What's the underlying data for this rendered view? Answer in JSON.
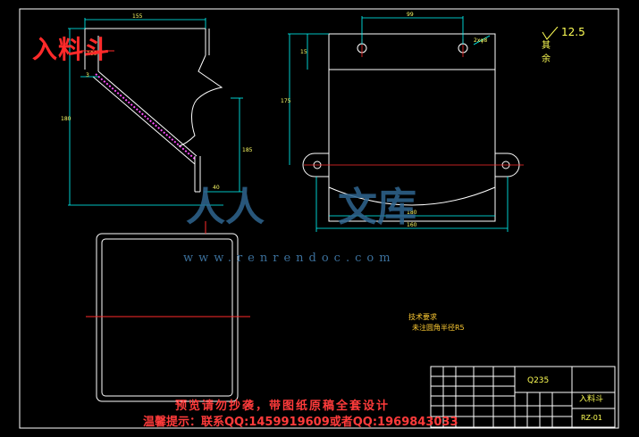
{
  "drawing": {
    "title_cn": "入料斗",
    "roughness_value": "12.5",
    "roughness_rest": "其余"
  },
  "dimensions": {
    "left_view": [
      "155",
      "100",
      "180",
      "3",
      "185",
      "40"
    ],
    "right_view": [
      "99",
      "15",
      "175",
      "180",
      "160",
      "2xφ8"
    ]
  },
  "tech_requirements": {
    "heading": "技术要求",
    "line1": "未注圆角半径R5"
  },
  "watermark": {
    "url_text": "www.renrendoc.com",
    "brand_cn_1": "人人",
    "brand_cn_2": "文库"
  },
  "notice": {
    "line1": "预览请勿抄袭，带图纸原稿全套设计",
    "line2": "温馨提示：联系QQ:1459919609或者QQ:1969843033"
  },
  "title_block": {
    "material": "Q235",
    "part_name": "入料斗",
    "drawing_no": "RZ-01"
  },
  "colors": {
    "outline": "#ffffff",
    "dimension": "#00ffff",
    "centerline": "#ff2a2a",
    "hatch": "#ff4dff",
    "text_yellow": "#ffff55"
  }
}
